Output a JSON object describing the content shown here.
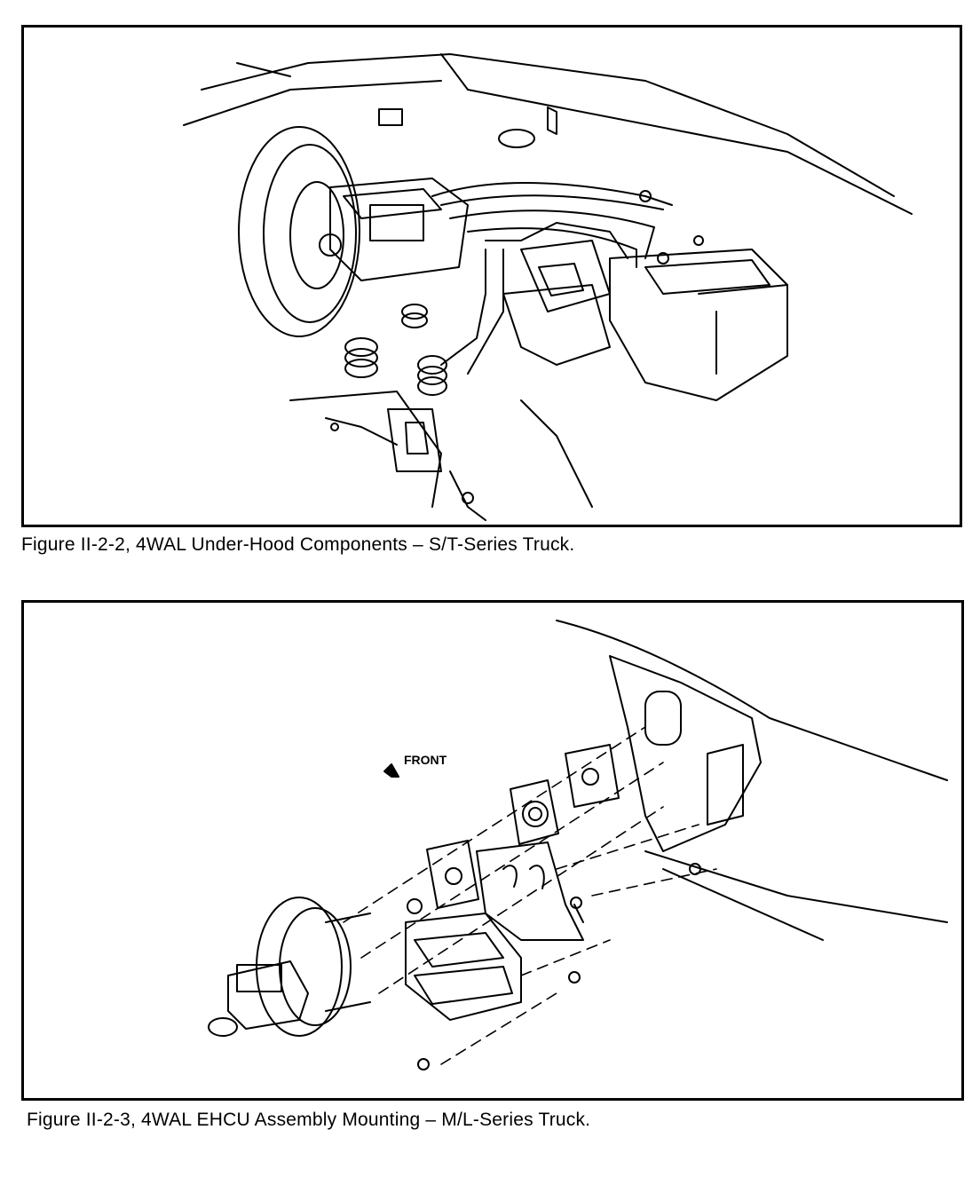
{
  "figures": [
    {
      "caption": "Figure II-2-2, 4WAL Under-Hood Components – S/T-Series Truck."
    },
    {
      "caption": "Figure II-2-3, 4WAL EHCU Assembly Mounting – M/L-Series Truck.",
      "labels": {
        "front": "FRONT"
      }
    }
  ],
  "colors": {
    "ink": "#000000",
    "paper": "#ffffff"
  }
}
